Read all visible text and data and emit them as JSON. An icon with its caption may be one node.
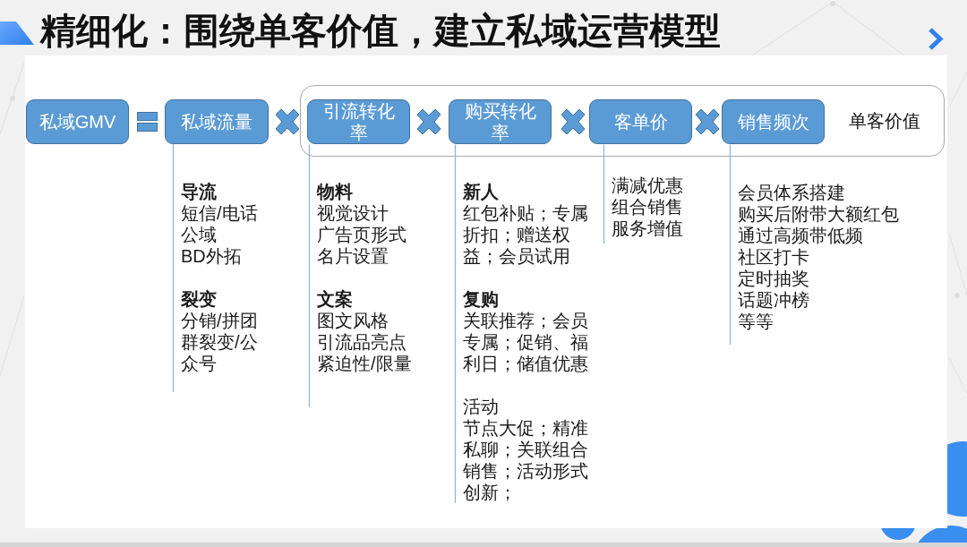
{
  "diagram": {
    "title": "精细化：围绕单客价值，建立私域运营模型",
    "nodes": [
      {
        "text": [
          "私域GMV"
        ]
      },
      {
        "text": [
          "私域流量"
        ]
      },
      {
        "text": [
          "单客价值"
        ]
      },
      {
        "text": [
          "引流转化率"
        ],
        "in": 2
      },
      {
        "text": [
          "购买转化率"
        ],
        "in": 2
      },
      {
        "text": [
          "客单价"
        ],
        "in": 2
      },
      {
        "text": [
          "销售频次"
        ],
        "in": 2
      },
      {
        "text": [
          "导流",
          "短信/电话",
          "公域",
          "BD外拓",
          "裂变",
          "分销/拼团",
          "群裂变/公众号"
        ]
      },
      {
        "text": [
          "物料",
          "视觉设计",
          "广告页形式",
          "名片设置",
          "文案",
          "图文风格",
          "引流品亮点",
          "紧迫性/限量"
        ]
      },
      {
        "text": [
          "新人",
          "红包补贴；专属折扣；赠送权益；会员试用",
          "复购",
          "关联推荐；会员专属；促销、福利日；储值优惠",
          "活动",
          "节点大促；精准私聊；关联组合销售；活动形式创新；"
        ]
      },
      {
        "text": [
          "满减优惠",
          "组合销售",
          "服务增值"
        ]
      },
      {
        "text": [
          "会员体系搭建",
          "购买后附带大额红包",
          "通过高频带低频",
          "社区打卡",
          "定时抽奖",
          "话题冲榜",
          "等等"
        ]
      }
    ],
    "edges": [
      {
        "from": 1,
        "to": 7,
        "arrow": "none"
      },
      {
        "from": 3,
        "to": 8,
        "arrow": "none"
      },
      {
        "from": 4,
        "to": 9,
        "arrow": "none"
      },
      {
        "from": 5,
        "to": 10,
        "arrow": "none"
      },
      {
        "from": 6,
        "to": 11,
        "arrow": "none"
      }
    ]
  }
}
